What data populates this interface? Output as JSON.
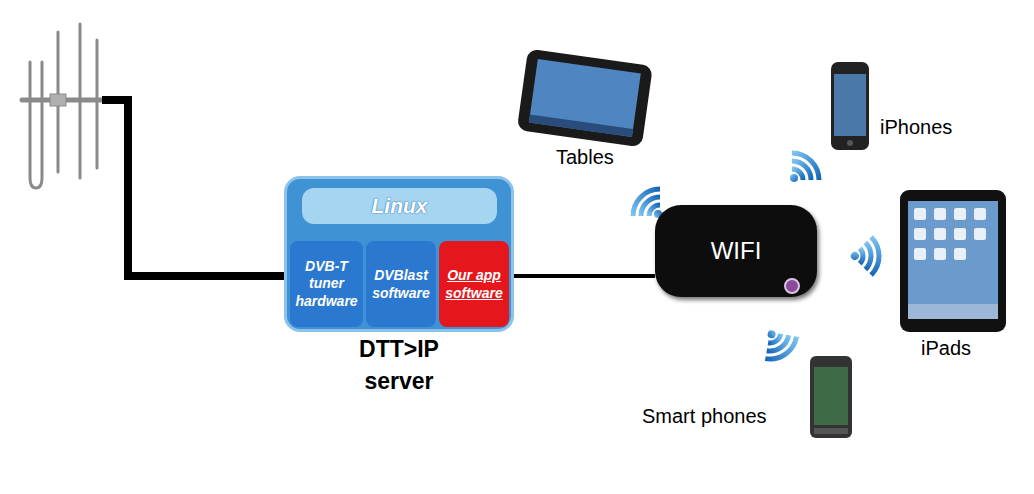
{
  "diagram": {
    "nodes": [
      {
        "text": [
          "DTT>IP server"
        ]
      },
      {
        "text": [
          "Linux"
        ],
        "in": 0
      },
      {
        "text": [
          "DVB-T tuner hardware"
        ],
        "in": 0
      },
      {
        "text": [
          "DVBlast software"
        ],
        "in": 0
      },
      {
        "text": [
          "Our app software"
        ],
        "in": 0
      },
      {
        "text": [
          "WIFI"
        ]
      }
    ],
    "edges": [
      {
        "from": 0,
        "to": 5,
        "arrow": "none"
      }
    ],
    "labels": [
      "Tables",
      "iPhones",
      "iPads",
      "Smart phones"
    ]
  }
}
